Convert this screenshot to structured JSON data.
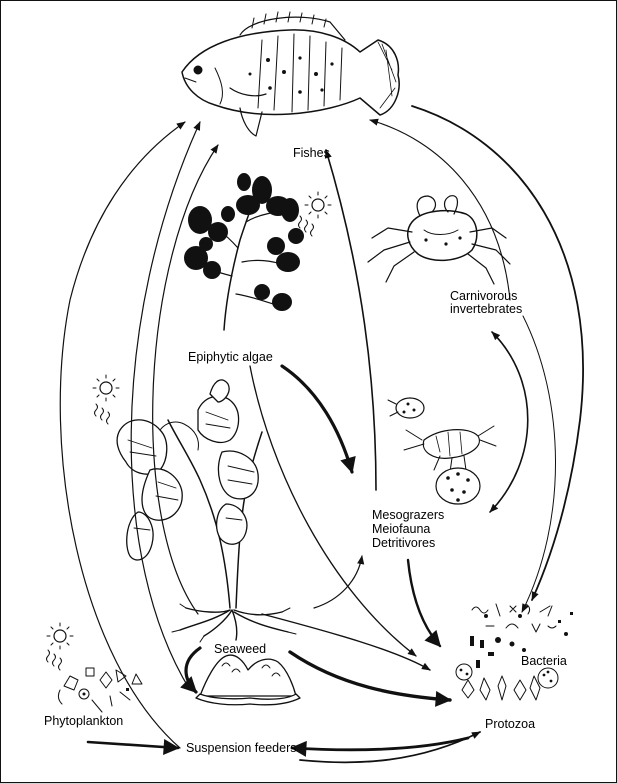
{
  "labels": {
    "fishes": "Fishes",
    "carnivorous_line1": "Carnivorous",
    "carnivorous_line2": "invertebrates",
    "epiphytic_algae": "Epiphytic algae",
    "mesograzers": "Mesograzers",
    "meiofauna": "Meiofauna",
    "detritivores": "Detritivores",
    "seaweed": "Seaweed",
    "bacteria": "Bacteria",
    "phytoplankton": "Phytoplankton",
    "protozoa": "Protozoa",
    "suspension_feeders": "Suspension feeders"
  },
  "colors": {
    "ink": "#111111",
    "background": "#ffffff"
  }
}
